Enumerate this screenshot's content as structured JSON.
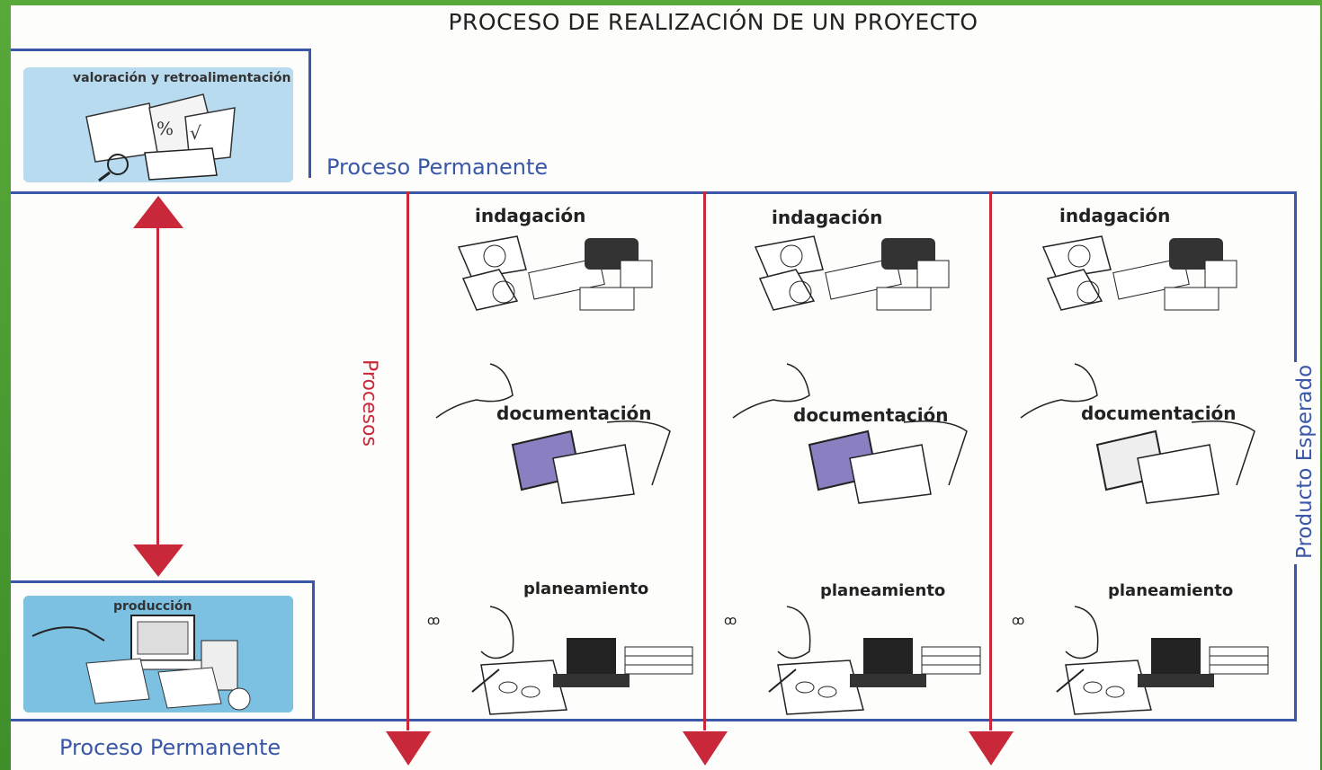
{
  "diagram": {
    "title": "PROCESO DE REALIZACIÓN DE UN PROYECTO",
    "top_process_label": "Proceso Permanente",
    "bottom_process_label": "Proceso Permanente",
    "side_label": "Producto Esperado",
    "processes_label": "Procesos",
    "valoracion_label": "valoración y retroalimentación",
    "produccion_label": "producción",
    "columns": [
      {
        "indagacion": "indagación",
        "documentacion": "documentación",
        "planeamiento": "planeamiento"
      },
      {
        "indagacion": "indagación",
        "documentacion": "documentación",
        "planeamiento": "planeamiento"
      },
      {
        "indagacion": "indagación",
        "documentacion": "documentación",
        "planeamiento": "planeamiento"
      }
    ]
  },
  "colors": {
    "background_green": "#4a9c33",
    "accent_red": "#c8283a",
    "accent_blue": "#3a57a8"
  }
}
